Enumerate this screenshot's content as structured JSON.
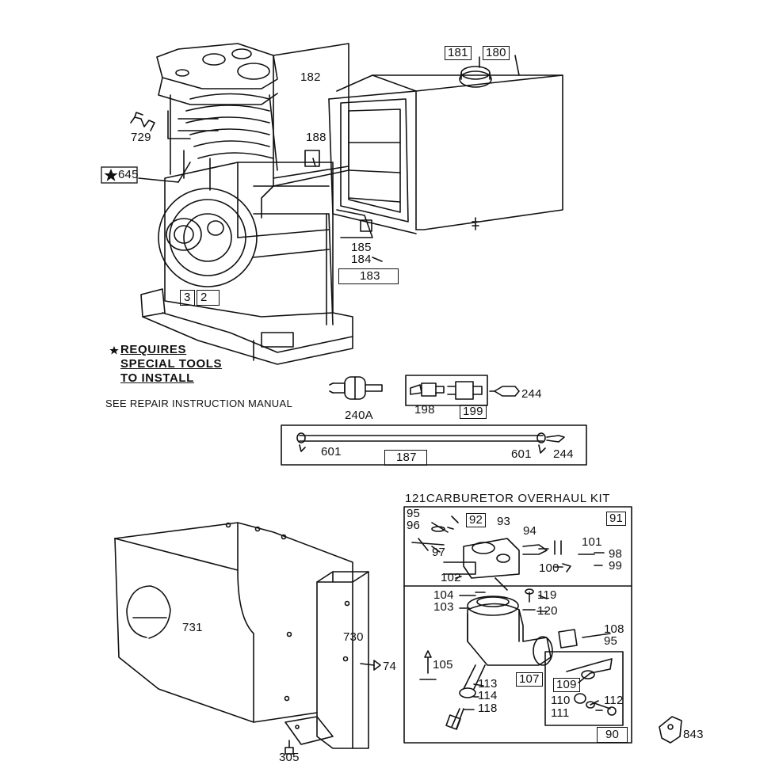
{
  "labels": {
    "p181": "181",
    "p180": "180",
    "p182": "182",
    "p188": "188",
    "p729": "729",
    "p645": "645",
    "p185": "185",
    "p184": "184",
    "p183": "183",
    "p3": "3",
    "p2": "2",
    "p240a": "240A",
    "p198": "198",
    "p199": "199",
    "p244a": "244",
    "p601a": "601",
    "p187": "187",
    "p601b": "601",
    "p244b": "244",
    "p95a": "95",
    "p96": "96",
    "p92": "92",
    "p93": "93",
    "p94": "94",
    "p91": "91",
    "p97": "97",
    "p101": "101",
    "p98": "98",
    "p100": "100",
    "p99": "99",
    "p102": "102",
    "p104": "104",
    "p103": "103",
    "p119": "119",
    "p120": "120",
    "p108": "108",
    "p95b": "95",
    "p731": "731",
    "p730": "730",
    "p74": "74",
    "p105": "105",
    "p107": "107",
    "p109": "109",
    "p113": "113",
    "p114": "114",
    "p118": "118",
    "p110": "110",
    "p112": "112",
    "p111": "111",
    "p90": "90",
    "p843": "843",
    "p305": "305"
  },
  "note": {
    "line1": "REQUIRES",
    "line2": "SPECIAL TOOLS",
    "line3": "TO INSTALL",
    "manual": "SEE REPAIR INSTRUCTION MANUAL"
  },
  "carb_kit": {
    "number": "121",
    "title": "CARBURETOR OVERHAUL KIT"
  },
  "icons": {
    "star": "star-icon"
  }
}
